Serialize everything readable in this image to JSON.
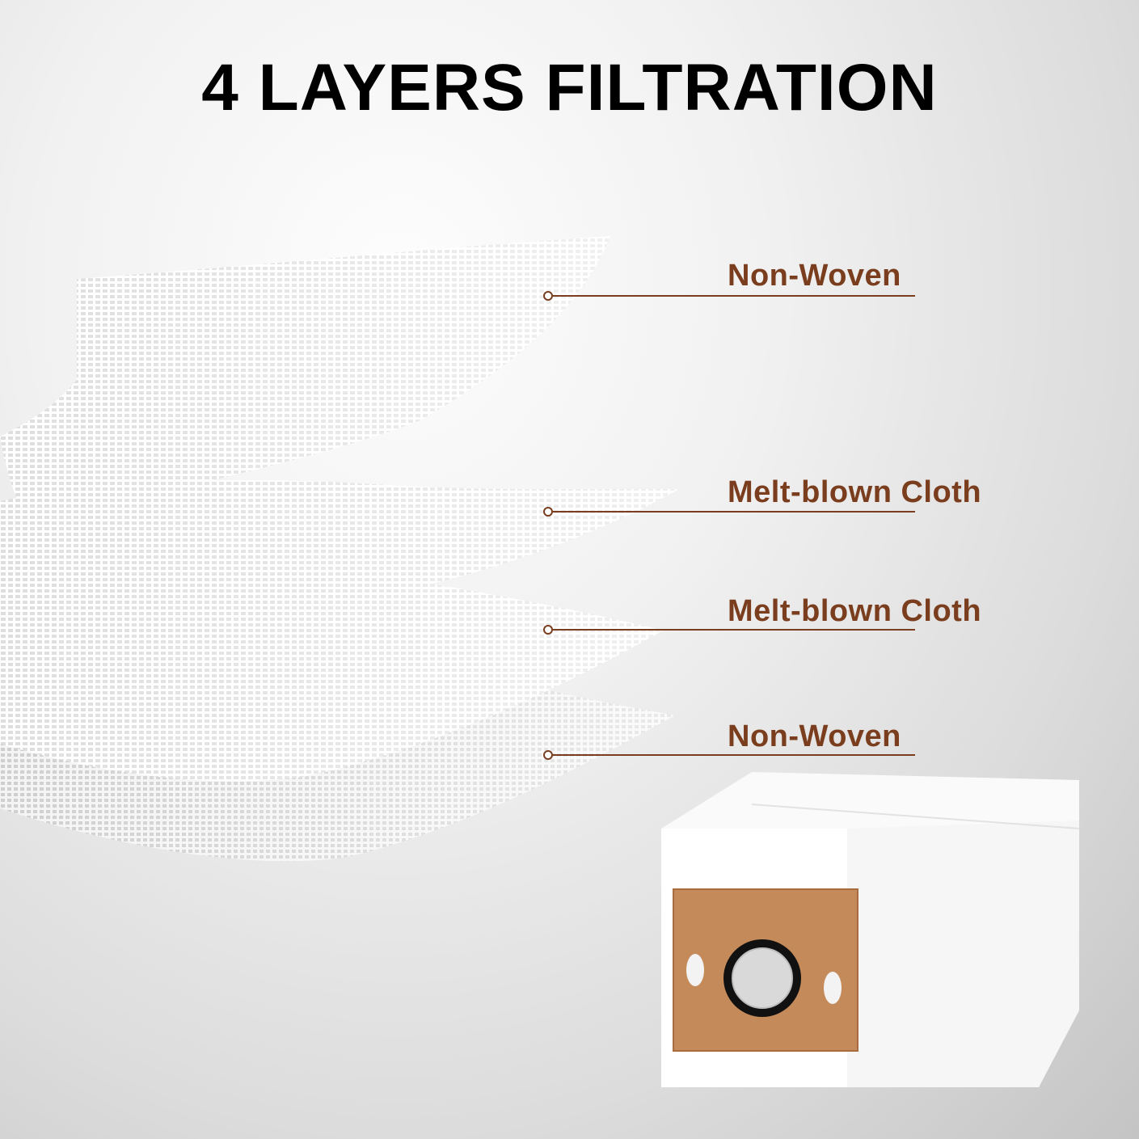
{
  "title": "4 LAYERS FILTRATION",
  "layers": [
    {
      "label": "Non-Woven"
    },
    {
      "label": "Melt-blown Cloth"
    },
    {
      "label": "Melt-blown Cloth"
    },
    {
      "label": "Non-Woven"
    }
  ],
  "colors": {
    "accent": "#7a3e1e",
    "cardboard": "#c58a5a",
    "title": "#000000"
  },
  "icons": [
    "filter-layers-illustration",
    "dust-bag-illustration"
  ]
}
